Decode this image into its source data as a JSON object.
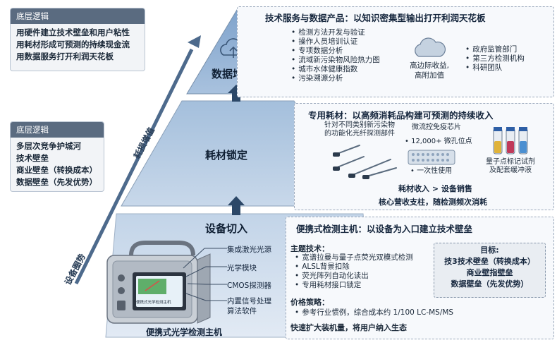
{
  "left_boxes": [
    {
      "head": "底层逻辑",
      "lines": [
        "用硬件建立技术壁垒和用户粘性",
        "用耗材形成可预测的持续现金流",
        "用数据服务打开利润天花板"
      ]
    },
    {
      "head": "底层逻辑",
      "lines": [
        "多层次竞争护城河",
        "技术壁垒",
        "商业壁垒（转换成本）",
        "数据壁垒（先发优势）"
      ]
    }
  ],
  "arrow_labels": {
    "upper": "耗损增值",
    "lower": "设备圈势"
  },
  "tiers": {
    "top": "数据增值",
    "middle": "耗材锁定",
    "bottom": "设备切入"
  },
  "data_panel": {
    "title": "技术服务与数据产品：以知识密集型输出打开利润天花板",
    "items": [
      "检测方法开发与验证",
      "操作人员培训认证",
      "专项数据分析",
      "流域新污染物风险热力图",
      "城市水体健康指数",
      "污染溯源分析"
    ],
    "cloud_caption_1": "高边际收益,",
    "cloud_caption_2": "高附加值",
    "clients": [
      "政府监管部门",
      "第三方检测机构",
      "科研团队"
    ]
  },
  "consumable_panel": {
    "title": "专用耗材：以高频消耗品构建可预测的持续收入",
    "probe_caption_1": "针对不同类别新污染物",
    "probe_caption_2": "的功能化光纤探测部件",
    "chip_caption": "微流控免疫芯片",
    "chip_count": "• 12,000+ 微孔位点",
    "chip_use": "• 一次性使用",
    "vial_caption_1": "量子点标记试剂",
    "vial_caption_2": "及配套缓冲液",
    "revenue_line": "耗材收入 > 设备销售",
    "pillar_line": "核心营收支柱，随检测频次消耗"
  },
  "device_panel": {
    "title": "便携式检测主机：以设备为入口建立技术壁垒",
    "tech_head": "主题技术：",
    "tech_items": [
      "宽谱拉曼与量子点荧光双模式检测",
      "ALSL背景扣除",
      "荧光阵列自动化读出",
      "专用耗材接口锁定"
    ],
    "price_head": "价格策略：",
    "price_items": [
      "参考行业惯例，综合成本约 1/100 LC-MS/MS"
    ],
    "expand_line": "快速扩大装机量，将用户纳入生态",
    "target_head": "目标:",
    "target_lines": [
      "技3技术壁垒（转换成本）",
      "商业壁指壁垒",
      "数据壁垒（先发优势）"
    ]
  },
  "device_components": [
    "集成激光光源",
    "光学模块",
    "CMOS探测器",
    "内置信号处理",
    "算法软件"
  ],
  "device_caption": "便携式光学检测主机",
  "device_screen_text": "便携式光学检测主机",
  "colors": {
    "tier_top": "#8fb0d4",
    "tier_mid": "#b7cce2",
    "tier_bottom": "#d3e0ee",
    "accent": "#1f3b5c"
  }
}
